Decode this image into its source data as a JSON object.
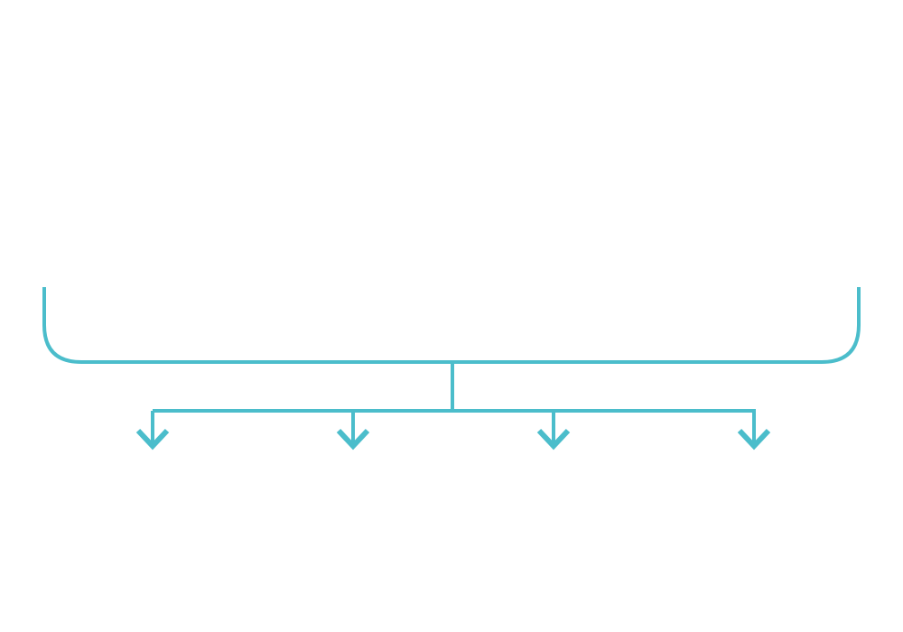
{
  "diagram": {
    "type": "bracket-split",
    "branch_count": 4,
    "stroke_color": "#4BBDCB",
    "background_color": "#FFFFFF",
    "branches": [
      {
        "id": "branch-1",
        "label": ""
      },
      {
        "id": "branch-2",
        "label": ""
      },
      {
        "id": "branch-3",
        "label": ""
      },
      {
        "id": "branch-4",
        "label": ""
      }
    ]
  }
}
